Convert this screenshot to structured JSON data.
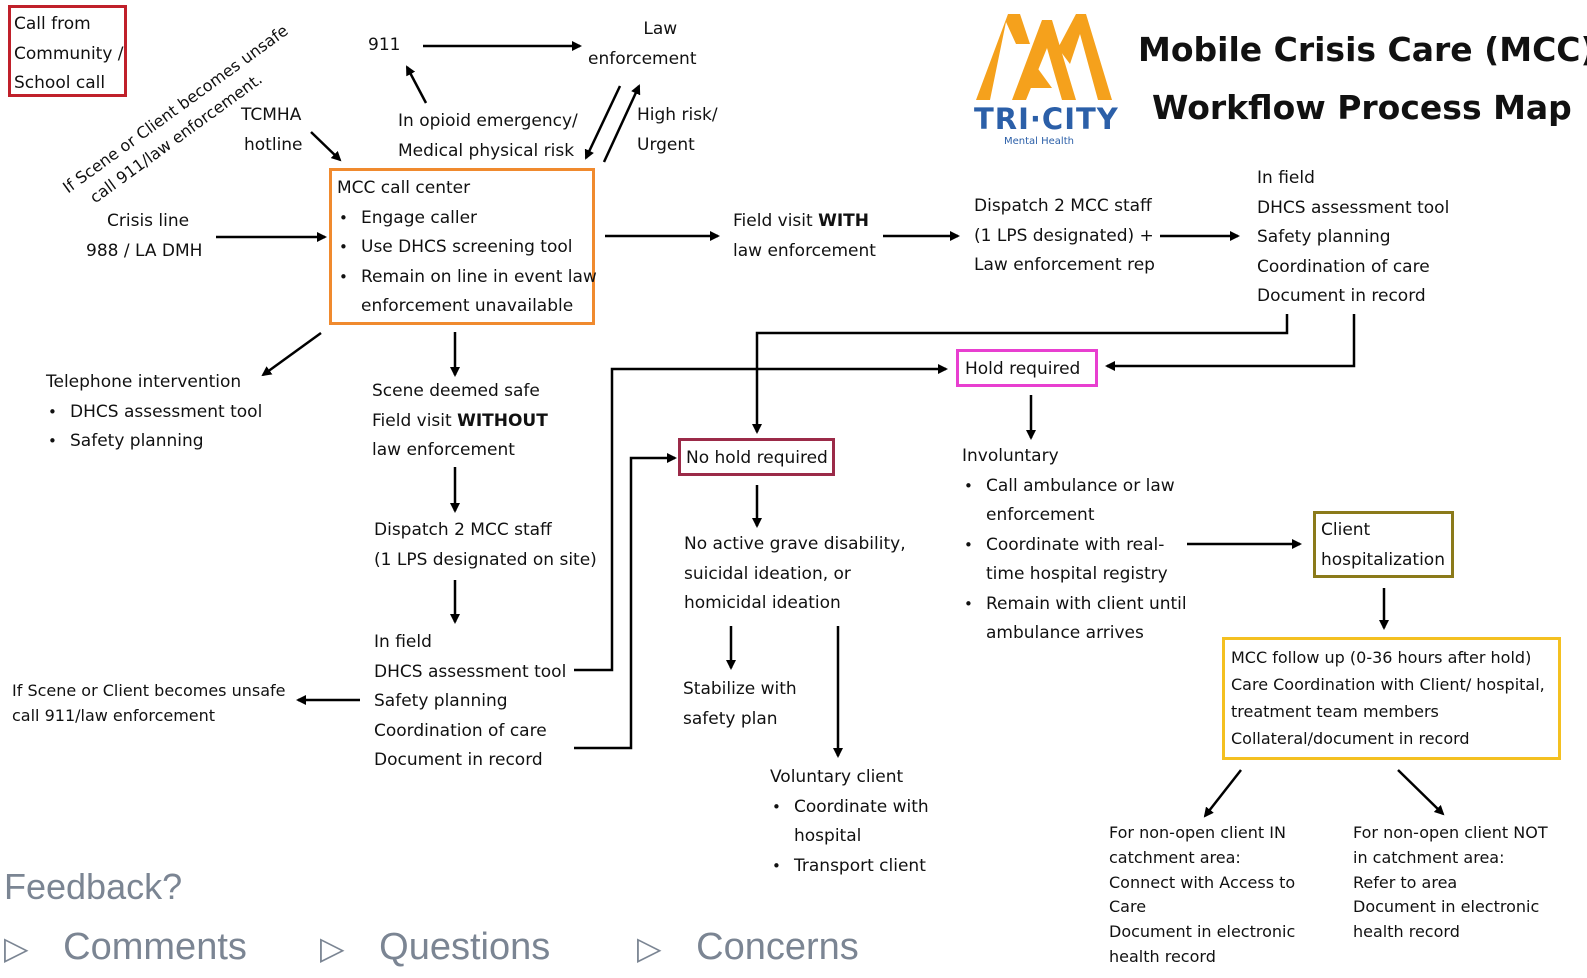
{
  "title": {
    "line1": "Mobile Crisis Care (MCC)",
    "line2": "Workflow Process Map"
  },
  "logo": {
    "name": "TRI·CITY",
    "sub": "Mental Health",
    "color": "#f5a11c",
    "text_color": "#2b5fa8"
  },
  "colors": {
    "red_box": "#c0202a",
    "orange_box": "#f08a2e",
    "pink_box": "#e83fd0",
    "maroon_box": "#9b2a48",
    "olive_box": "#8b7a1a",
    "yellow_box": "#f4c020",
    "feedback": "#7b8593"
  },
  "call_from": [
    "Call from",
    "Community /",
    "School call"
  ],
  "diagonal_note": [
    "If Scene or Client becomes unsafe",
    "call 911/law enforcement."
  ],
  "n911": "911",
  "law_enforcement": [
    "Law",
    "enforcement"
  ],
  "tcmha": [
    "TCMHA",
    "hotline"
  ],
  "opioid": [
    "In opioid emergency/",
    "Medical physical risk"
  ],
  "high_risk": [
    "High risk/",
    "Urgent"
  ],
  "crisis_line": [
    "Crisis line",
    "988 / LA DMH"
  ],
  "call_center": {
    "heading": "MCC call center",
    "items": [
      "Engage caller",
      "Use DHCS screening tool",
      "Remain on line in event law",
      "enforcement unavailable"
    ]
  },
  "field_with": {
    "line1": "Field visit ",
    "bold": "WITH",
    "line2": "law enforcement"
  },
  "dispatch_top": [
    "Dispatch 2 MCC staff",
    "(1 LPS designated) +",
    "Law enforcement rep"
  ],
  "in_field_top": [
    "In field",
    "DHCS assessment tool",
    "Safety planning",
    "Coordination of care",
    "Document in record"
  ],
  "telephone": {
    "heading": "Telephone intervention",
    "items": [
      "DHCS assessment tool",
      "Safety planning"
    ]
  },
  "scene_safe": {
    "line1": "Scene deemed safe",
    "line2a": "Field visit ",
    "line2b": "WITHOUT",
    "line3": "law enforcement"
  },
  "dispatch_mid": [
    "Dispatch 2 MCC staff",
    "(1 LPS designated on site)"
  ],
  "in_field_mid": [
    "In field",
    "DHCS assessment tool",
    "Safety planning",
    "Coordination of care",
    "Document in record"
  ],
  "unsafe_left": [
    "If Scene or Client becomes unsafe",
    "call 911/law enforcement"
  ],
  "hold_required": "Hold required",
  "no_hold": "No hold required",
  "no_active": [
    "No active grave disability,",
    "suicidal ideation, or",
    "homicidal ideation"
  ],
  "stabilize": [
    "Stabilize with",
    "safety plan"
  ],
  "voluntary": {
    "heading": "Voluntary client",
    "items": [
      "Coordinate with",
      "hospital",
      "Transport client"
    ]
  },
  "involuntary": {
    "heading": "Involuntary",
    "items": [
      "Call ambulance or law",
      "enforcement",
      "Coordinate with real-",
      "time hospital registry",
      "Remain with client until",
      "ambulance arrives"
    ]
  },
  "hospitalization": [
    "Client",
    "hospitalization"
  ],
  "follow_up": [
    "MCC follow up (0-36 hours after hold)",
    "Care Coordination with Client/ hospital,",
    "treatment team members",
    "Collateral/document in record"
  ],
  "non_open_in": [
    "For non-open client IN",
    "catchment area:",
    "Connect with Access to",
    "Care",
    "Document in electronic",
    "health record"
  ],
  "non_open_not": [
    "For non-open client NOT",
    "in catchment area:",
    "Refer to area",
    "Document in electronic",
    "health record"
  ],
  "feedback": {
    "heading": "Feedback?",
    "items": [
      "Comments",
      "Questions",
      "Concerns"
    ]
  }
}
